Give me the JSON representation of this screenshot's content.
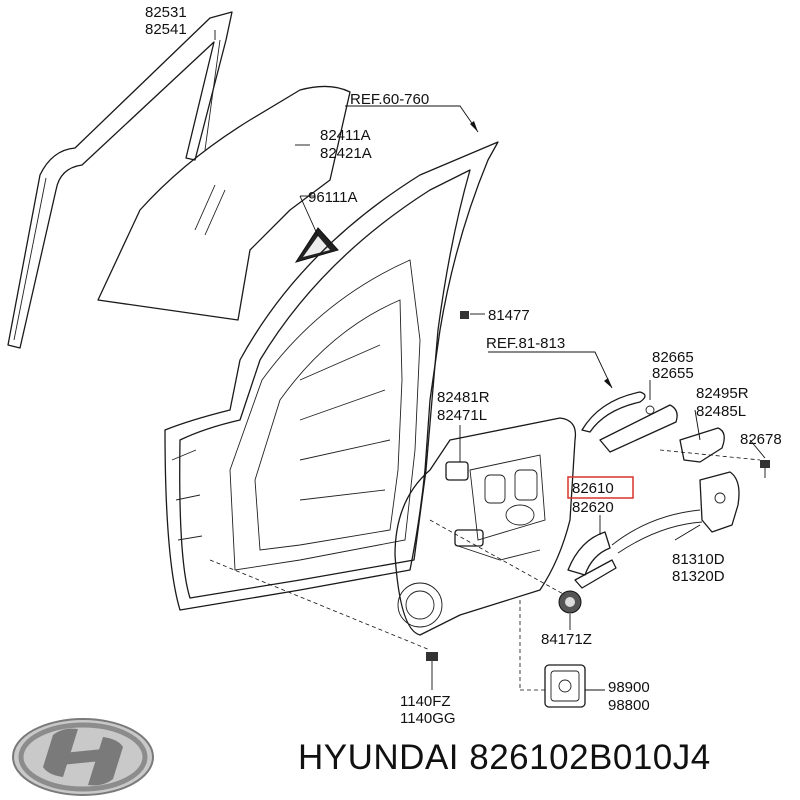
{
  "labels": {
    "p82531": "82531",
    "p82541": "82541",
    "ref60": "REF.60-760",
    "p82411A": "82411A",
    "p82421A": "82421A",
    "p96111A": "96111A",
    "p81477": "81477",
    "ref81": "REF.81-813",
    "p82665": "82665",
    "p82655": "82655",
    "p82495R": "82495R",
    "p82485L": "82485L",
    "p82678": "82678",
    "p82481R": "82481R",
    "p82471L": "82471L",
    "p82610": "82610",
    "p82620": "82620",
    "p81310D": "81310D",
    "p81320D": "81320D",
    "p84171Z": "84171Z",
    "p98900": "98900",
    "p98800": "98800",
    "p1140FZ": "1140FZ",
    "p1140GG": "1140GG"
  },
  "footer": {
    "brand_text": "HYUNDAI 826102B010J4"
  },
  "highlight_color": "#d9342b",
  "logo": "hyundai-logo"
}
